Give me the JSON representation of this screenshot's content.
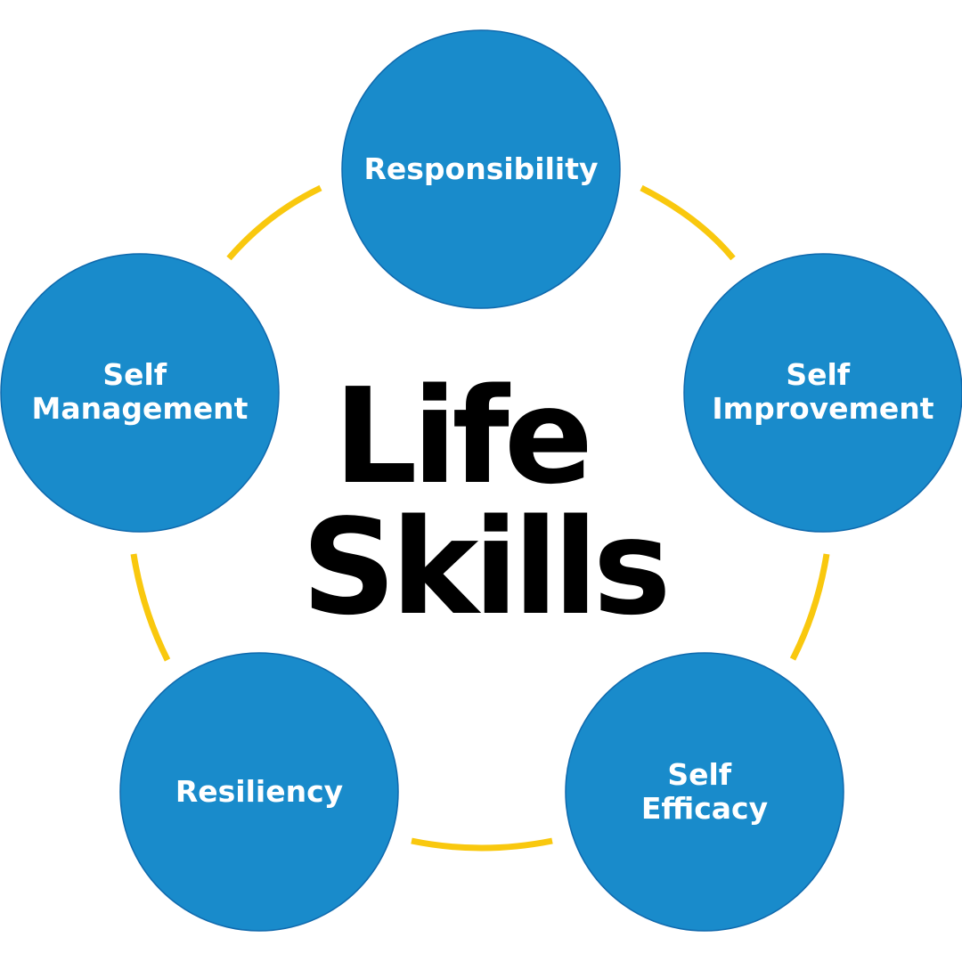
{
  "diagram": {
    "title_lines": [
      "Life",
      "Skills"
    ],
    "nodes": [
      {
        "id": "responsibility",
        "lines": [
          "Responsibility"
        ]
      },
      {
        "id": "self-improvement",
        "lines": [
          "Self",
          "Improvement"
        ]
      },
      {
        "id": "self-efficacy",
        "lines": [
          "Self",
          "Efficacy"
        ]
      },
      {
        "id": "resiliency",
        "lines": [
          "Resiliency"
        ]
      },
      {
        "id": "self-management",
        "lines": [
          "Self",
          "Management"
        ]
      }
    ],
    "colors": {
      "node_fill": "#198bcb",
      "connector": "#f9c80e",
      "title": "#000000",
      "node_text": "#ffffff"
    }
  }
}
